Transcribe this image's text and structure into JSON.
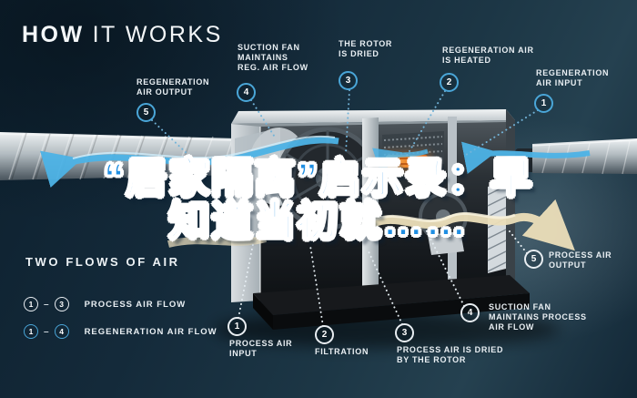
{
  "title": {
    "word_bold": "HOW",
    "word_light": "IT WORKS"
  },
  "overlay": {
    "line1": "“居家隔离”启示录：早",
    "line2": "知道当初就……"
  },
  "top_callouts": [
    {
      "num": "5",
      "label": "REGENERATION\nAIR OUTPUT"
    },
    {
      "num": "4",
      "label": "SUCTION FAN\nMAINTAINS\nREG. AIR FLOW"
    },
    {
      "num": "3",
      "label": "THE ROTOR\nIS DRIED"
    },
    {
      "num": "2",
      "label": "REGENERATION AIR\nIS HEATED"
    },
    {
      "num": "1",
      "label": "REGENERATION\nAIR INPUT"
    }
  ],
  "bottom_callouts": [
    {
      "num": "1",
      "label": "PROCESS AIR\nINPUT"
    },
    {
      "num": "2",
      "label": "FILTRATION"
    },
    {
      "num": "3",
      "label": "PROCESS AIR IS DRIED\nBY THE ROTOR"
    },
    {
      "num": "4",
      "label": "SUCTION FAN\nMAINTAINS PROCESS\nAIR FLOW"
    },
    {
      "num": "5",
      "label": "PROCESS AIR\nOUTPUT"
    }
  ],
  "legend": {
    "title": "TWO FLOWS OF AIR",
    "rows": [
      {
        "from": "1",
        "to": "3",
        "label": "PROCESS AIR FLOW",
        "style": "process"
      },
      {
        "from": "1",
        "to": "4",
        "label": "REGENERATION AIR FLOW",
        "style": "regeneration"
      }
    ]
  },
  "colors": {
    "background": "#142a3a",
    "accent_blue": "#4aa6d8",
    "flow_blue": "#4db3e6",
    "ribbon_cream": "#ecdfba",
    "heater_orange": "#ef8a2e",
    "overlay_text_blue": "#1f8ee2",
    "label_white": "#e9eff3"
  }
}
